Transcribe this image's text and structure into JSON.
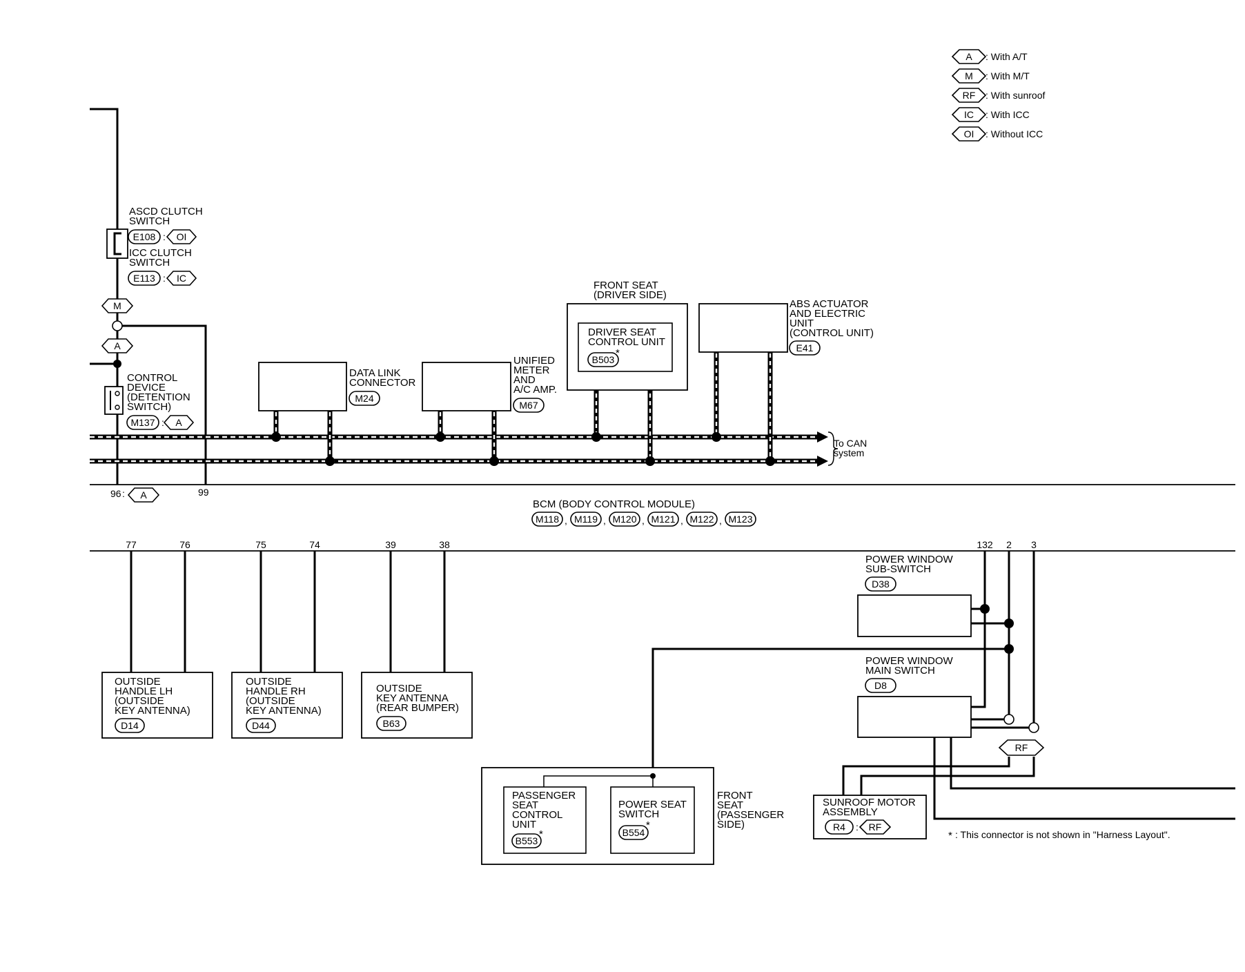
{
  "legend": [
    {
      "code": "A",
      "text": ": With A/T"
    },
    {
      "code": "M",
      "text": ": With M/T"
    },
    {
      "code": "RF",
      "text": ": With sunroof"
    },
    {
      "code": "IC",
      "text": ": With ICC"
    },
    {
      "code": "OI",
      "text": ": Without ICC"
    }
  ],
  "ascd": {
    "line1": "ASCD CLUTCH",
    "line2": "SWITCH",
    "conn": "E108",
    "opt": "OI"
  },
  "icc": {
    "line1": "ICC CLUTCH",
    "line2": "SWITCH",
    "conn": "E113",
    "opt": "IC"
  },
  "marks": {
    "m": "M",
    "a": "A"
  },
  "control_device": {
    "lines": [
      "CONTROL",
      "DEVICE",
      "(DETENTION",
      "SWITCH)"
    ],
    "conn": "M137",
    "opt": "A"
  },
  "data_link": {
    "lines": [
      "DATA LINK",
      "CONNECTOR"
    ],
    "conn": "M24"
  },
  "unified_meter": {
    "lines": [
      "UNIFIED",
      "METER",
      "AND",
      "A/C AMP."
    ],
    "conn": "M67"
  },
  "front_seat_driver": {
    "lines": [
      "FRONT SEAT",
      "(DRIVER SIDE)"
    ],
    "inner_lines": [
      "DRIVER SEAT",
      "CONTROL UNIT"
    ],
    "conn": "B503",
    "star": "*"
  },
  "abs": {
    "lines": [
      "ABS ACTUATOR",
      "AND ELECTRIC",
      "UNIT",
      "(CONTROL UNIT)"
    ],
    "conn": "E41"
  },
  "can": {
    "line1": "To CAN",
    "line2": "system"
  },
  "bcm": {
    "title": "BCM (BODY CONTROL MODULE)",
    "connectors": [
      "M118",
      "M119",
      "M120",
      "M121",
      "M122",
      "M123"
    ],
    "sep": ",",
    "top_pins": {
      "p96": "96",
      "p96_opt": "A",
      "p99": "99"
    },
    "bottom_pins": [
      "77",
      "76",
      "75",
      "74",
      "39",
      "38",
      "132",
      "2",
      "3"
    ]
  },
  "colon": ":",
  "outside_lh": {
    "lines": [
      "OUTSIDE",
      "HANDLE LH",
      "(OUTSIDE",
      " KEY ANTENNA)"
    ],
    "conn": "D14"
  },
  "outside_rh": {
    "lines": [
      "OUTSIDE",
      "HANDLE RH",
      "(OUTSIDE",
      " KEY ANTENNA)"
    ],
    "conn": "D44"
  },
  "outside_rear": {
    "lines": [
      "OUTSIDE",
      "KEY ANTENNA",
      "(REAR BUMPER)"
    ],
    "conn": "B63"
  },
  "pw_sub": {
    "lines": [
      "POWER WINDOW",
      "SUB-SWITCH"
    ],
    "conn": "D38"
  },
  "pw_main": {
    "lines": [
      "POWER WINDOW",
      "MAIN SWITCH"
    ],
    "conn": "D8"
  },
  "rf_mark": "RF",
  "sunroof": {
    "lines": [
      "SUNROOF MOTOR",
      "ASSEMBLY"
    ],
    "conn": "R4",
    "opt": "RF"
  },
  "front_seat_pass": {
    "lines": [
      "FRONT",
      "SEAT",
      "(PASSENGER",
      " SIDE)"
    ],
    "pscu": {
      "lines": [
        "PASSENGER",
        "SEAT",
        "CONTROL",
        "UNIT"
      ],
      "conn": "B553",
      "star": "*"
    },
    "pss": {
      "lines": [
        "POWER SEAT",
        "SWITCH"
      ],
      "conn": "B554",
      "star": "*"
    }
  },
  "footnote": {
    "star": "*",
    "text": ": This connector is not shown in \"Harness Layout\"."
  }
}
